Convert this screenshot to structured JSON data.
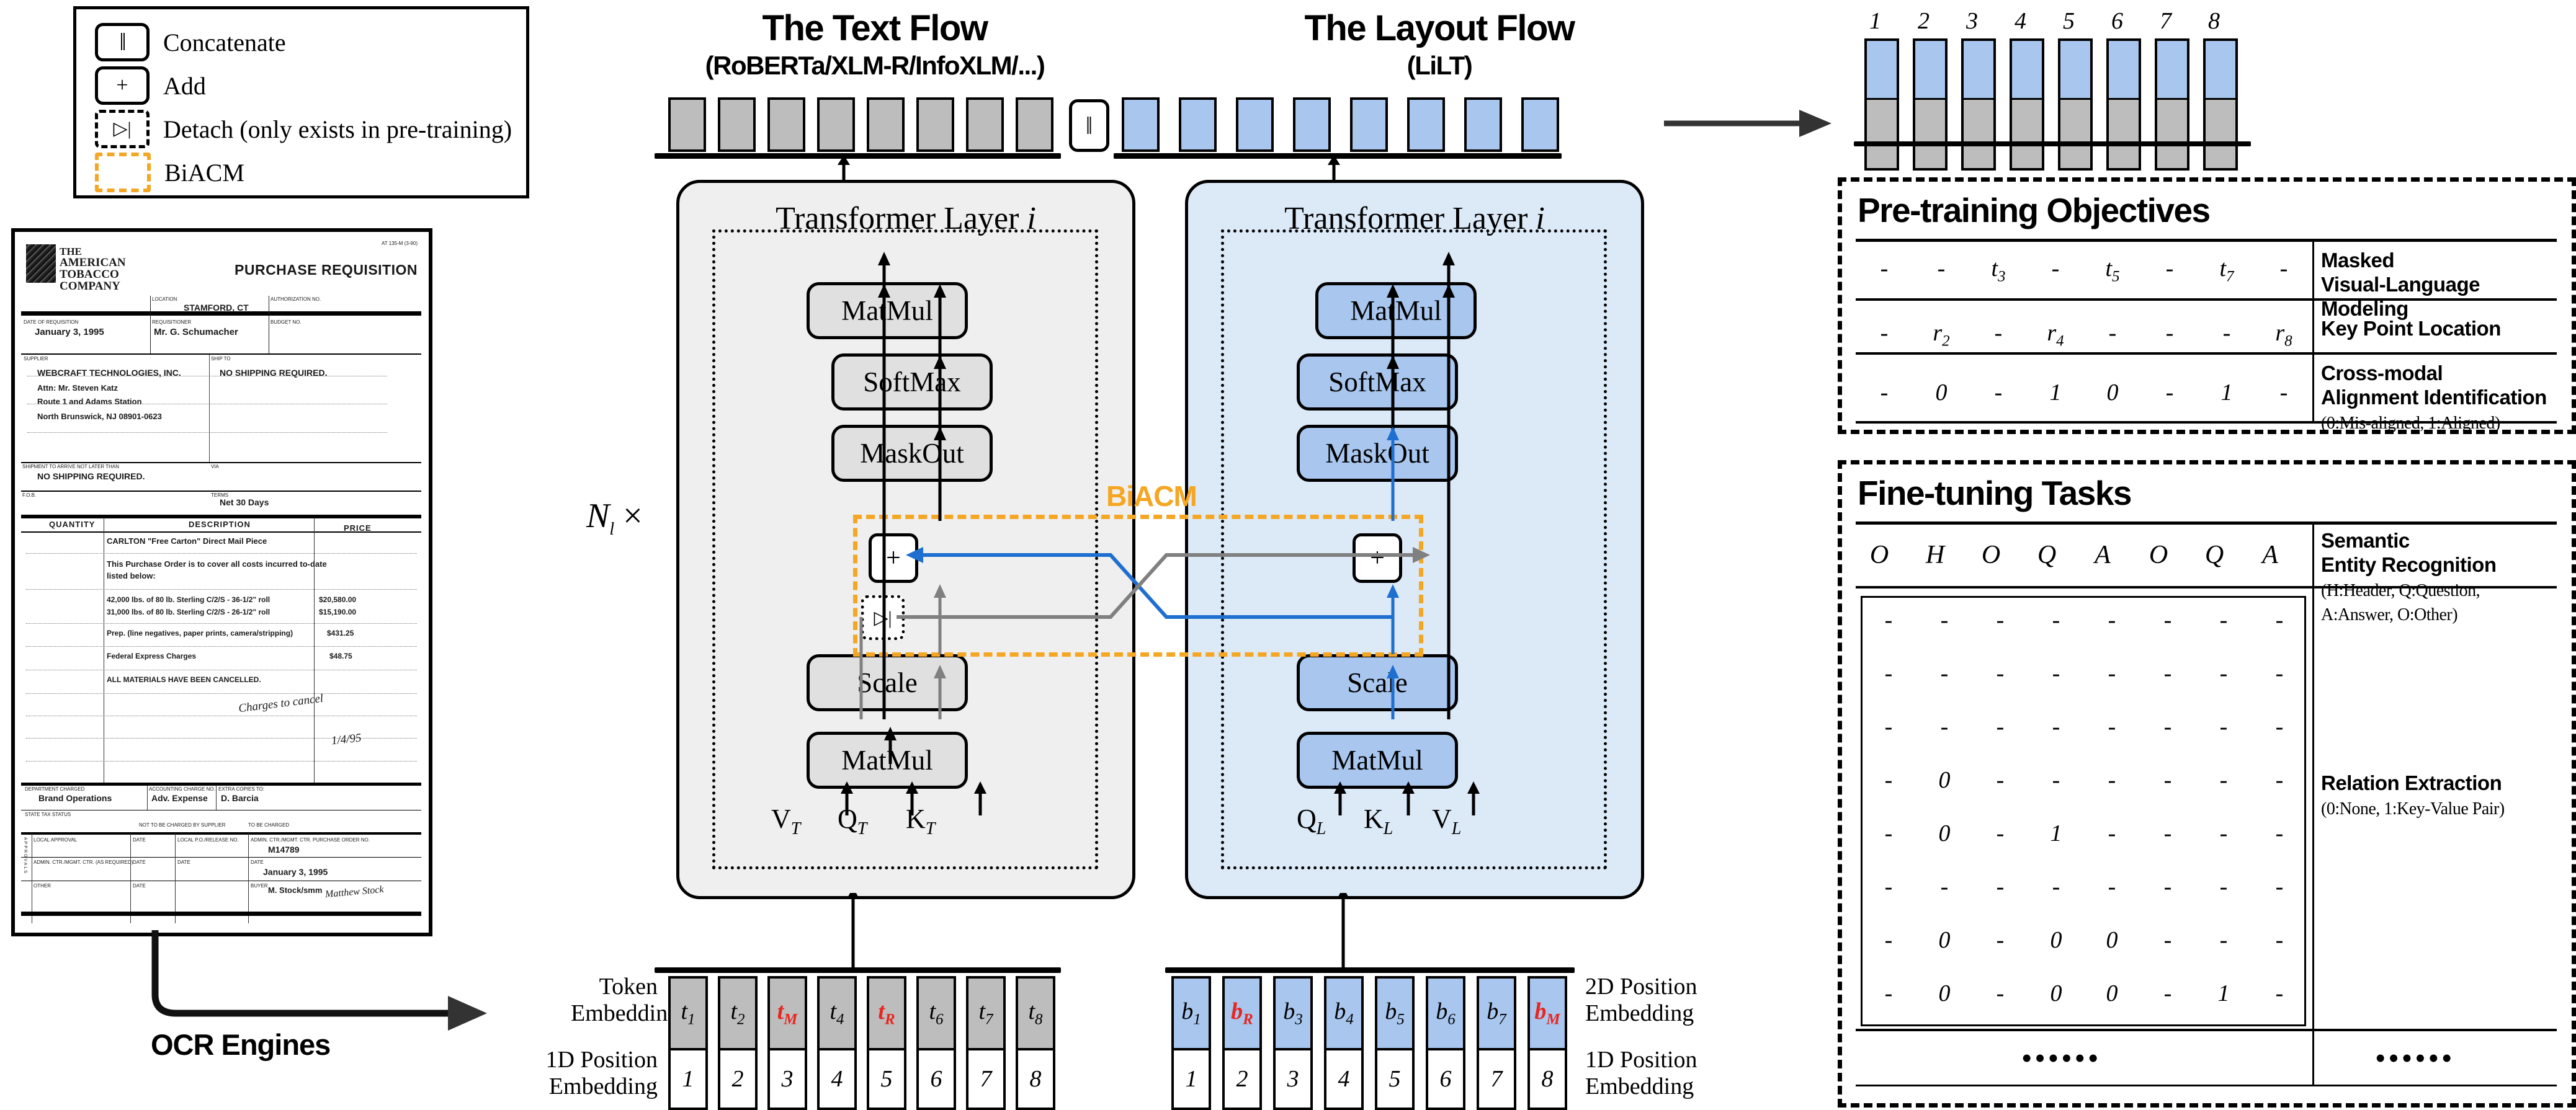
{
  "legend": {
    "items": [
      {
        "glyph": "‖",
        "label": "Concatenate",
        "style": "solid"
      },
      {
        "glyph": "+",
        "label": "Add",
        "style": "solid"
      },
      {
        "glyph": "▷|",
        "label": "Detach (only exists in pre-training)",
        "style": "dashed"
      },
      {
        "glyph": "",
        "label": "BiACM",
        "style": "orange"
      }
    ]
  },
  "document": {
    "form_code": "AT 135-M (3-90)",
    "company": [
      "THE",
      "AMERICAN",
      "TOBACCO",
      "COMPANY"
    ],
    "title": "PURCHASE REQUISITION",
    "fields": [
      {
        "key": "LOCATION",
        "value": "STAMFORD, CT"
      },
      {
        "key": "AUTHORIZATION NO.",
        "value": ""
      },
      {
        "key": "DATE OF REQUISITION",
        "value": "January 3, 1995"
      },
      {
        "key": "REQUISITIONER",
        "value": "Mr. G. Schumacher"
      },
      {
        "key": "BUDGET NO.",
        "value": ""
      },
      {
        "key": "SUPPLIER",
        "value": ""
      },
      {
        "key": "SHIP TO",
        "value": "NO SHIPPING REQUIRED."
      },
      {
        "key": "SHIPMENT TO ARRIVE NOT LATER THAN",
        "value": "NO SHIPPING REQUIRED."
      },
      {
        "key": "VIA",
        "value": ""
      },
      {
        "key": "F.O.B.",
        "value": ""
      },
      {
        "key": "TERMS",
        "value": "Net 30 Days"
      }
    ],
    "supplier_lines": [
      "WEBCRAFT TECHNOLOGIES, INC.",
      "Attn: Mr. Steven Katz",
      "Route 1 and Adams Station",
      "North Brunswick, NJ 08901-0623"
    ],
    "table_headers": [
      "QUANTITY",
      "DESCRIPTION",
      "PRICE"
    ],
    "table_rows": [
      {
        "desc": "CARLTON \"Free Carton\" Direct Mail Piece",
        "price": ""
      },
      {
        "desc": "This Purchase Order is to cover all costs incurred to-date",
        "price": ""
      },
      {
        "desc": "listed below:",
        "price": ""
      },
      {
        "desc": "42,000 lbs. of 80 lb. Sterling C/2/S - 36-1/2\" roll",
        "price": "$20,580.00"
      },
      {
        "desc": "31,000 lbs. of 80 lb. Sterling C/2/S - 26-1/2\" roll",
        "price": "$15,190.00"
      },
      {
        "desc": "Prep. (line negatives, paper prints, camera/stripping)",
        "price": "$431.25"
      },
      {
        "desc": "Federal Express Charges",
        "price": "$48.75"
      },
      {
        "desc": "ALL MATERIALS HAVE BEEN CANCELLED.",
        "price": ""
      }
    ],
    "handwriting": "Charges to cancel",
    "handwriting_date": "1/4/95",
    "footer": [
      {
        "key": "DEPARTMENT CHARGED",
        "value": "Brand Operations"
      },
      {
        "key": "ACCOUNTING CHARGE NO.",
        "value": "Adv. Expense"
      },
      {
        "key": "EXTRA COPIES TO:",
        "value": "D. Barcia"
      },
      {
        "key": "STATE TAX STATUS",
        "value": ""
      }
    ],
    "tax_options": [
      "NOT TO BE CHARGED BY SUPPLIER",
      "TO BE CHARGED"
    ],
    "approvals_label": "APPROVALS",
    "approval_rows": [
      {
        "key": "LOCAL APPROVAL",
        "date": "DATE"
      },
      {
        "key": "ADMIN. CTR./MGMT. CTR. (AS REQUIRED)",
        "date": "DATE"
      },
      {
        "key": "OTHER",
        "date": "DATE"
      }
    ],
    "po_label": "ADMIN. CTR./MGMT. CTR. PURCHASE ORDER NO.",
    "po_number": "M14789",
    "po_date_label": "DATE",
    "po_date": "January 3, 1995",
    "buyer_label": "BUYER",
    "buyer": "M. Stock/smm",
    "local_po_label": "LOCAL P.O./RELEASE NO."
  },
  "ocr": {
    "label": "OCR Engines"
  },
  "flows": {
    "text": {
      "title": "The Text Flow",
      "subtitle": "(RoBERTa/XLM-R/InfoXLM/...)"
    },
    "layout": {
      "title": "The Layout Flow",
      "subtitle": "(LiLT)"
    },
    "concat_glyph": "‖",
    "repeat_label": "N",
    "repeat_sub": "l",
    "repeat_times": "×",
    "transformer_title": "Transformer Layer",
    "transformer_index": "i",
    "biacm_label": "BiACM",
    "ops": [
      "MatMul",
      "SoftMax",
      "MaskOut",
      "Scale",
      "MatMul"
    ],
    "plus_glyph": "+",
    "detach_glyph": "▷|",
    "text_inputs": [
      "V",
      "Q",
      "K"
    ],
    "text_input_subs": [
      "T",
      "T",
      "T"
    ],
    "layout_inputs": [
      "Q",
      "K",
      "V"
    ],
    "layout_input_subs": [
      "L",
      "L",
      "L"
    ]
  },
  "embeddings": {
    "token_label_line1": "Token",
    "token_label_line2": "Embedding",
    "pos1d_label_line1": "1D Position",
    "pos1d_label_line2": "Embedding",
    "pos2d_label_line1": "2D Position",
    "pos2d_label_line2": "Embedding",
    "plus_glyph": "+",
    "text_tokens": [
      {
        "base": "t",
        "sub": "1",
        "red": false
      },
      {
        "base": "t",
        "sub": "2",
        "red": false
      },
      {
        "base": "t",
        "sub": "M",
        "red": true
      },
      {
        "base": "t",
        "sub": "4",
        "red": false
      },
      {
        "base": "t",
        "sub": "R",
        "red": true
      },
      {
        "base": "t",
        "sub": "6",
        "red": false
      },
      {
        "base": "t",
        "sub": "7",
        "red": false
      },
      {
        "base": "t",
        "sub": "8",
        "red": false
      }
    ],
    "layout_tokens": [
      {
        "base": "b",
        "sub": "1",
        "red": false
      },
      {
        "base": "b",
        "sub": "R",
        "red": true
      },
      {
        "base": "b",
        "sub": "3",
        "red": false
      },
      {
        "base": "b",
        "sub": "4",
        "red": false
      },
      {
        "base": "b",
        "sub": "5",
        "red": false
      },
      {
        "base": "b",
        "sub": "6",
        "red": false
      },
      {
        "base": "b",
        "sub": "7",
        "red": false
      },
      {
        "base": "b",
        "sub": "M",
        "red": true
      }
    ],
    "positions": [
      "1",
      "2",
      "3",
      "4",
      "5",
      "6",
      "7",
      "8"
    ]
  },
  "output_stack": {
    "indices": [
      "1",
      "2",
      "3",
      "4",
      "5",
      "6",
      "7",
      "8"
    ]
  },
  "pretraining": {
    "title": "Pre-training Objectives",
    "rows": [
      {
        "values": [
          "-",
          "-",
          "t₃",
          "-",
          "t₅",
          "-",
          "t₇",
          "-"
        ],
        "cells": [
          {
            "base": "-",
            "sub": ""
          },
          {
            "base": "-",
            "sub": ""
          },
          {
            "base": "t",
            "sub": "3"
          },
          {
            "base": "-",
            "sub": ""
          },
          {
            "base": "t",
            "sub": "5"
          },
          {
            "base": "-",
            "sub": ""
          },
          {
            "base": "t",
            "sub": "7"
          },
          {
            "base": "-",
            "sub": ""
          }
        ],
        "name_line1": "Masked",
        "name_line2": "Visual-Language Modeling",
        "note": ""
      },
      {
        "cells": [
          {
            "base": "-",
            "sub": ""
          },
          {
            "base": "r",
            "sub": "2"
          },
          {
            "base": "-",
            "sub": ""
          },
          {
            "base": "r",
            "sub": "4"
          },
          {
            "base": "-",
            "sub": ""
          },
          {
            "base": "-",
            "sub": ""
          },
          {
            "base": "-",
            "sub": ""
          },
          {
            "base": "r",
            "sub": "8"
          }
        ],
        "name_line1": "Key Point Location",
        "name_line2": "",
        "note": ""
      },
      {
        "cells": [
          {
            "base": "-",
            "sub": ""
          },
          {
            "base": "0",
            "sub": ""
          },
          {
            "base": "-",
            "sub": ""
          },
          {
            "base": "1",
            "sub": ""
          },
          {
            "base": "0",
            "sub": ""
          },
          {
            "base": "-",
            "sub": ""
          },
          {
            "base": "1",
            "sub": ""
          },
          {
            "base": "-",
            "sub": ""
          }
        ],
        "name_line1": "Cross-modal",
        "name_line2": "Alignment Identification",
        "note": "(0:Mis-aligned, 1:Aligned)"
      }
    ]
  },
  "finetuning": {
    "title": "Fine-tuning Tasks",
    "ser": {
      "labels": [
        "O",
        "H",
        "O",
        "Q",
        "A",
        "O",
        "Q",
        "A"
      ],
      "name_line1": "Semantic",
      "name_line2": "Entity Recognition",
      "note_line1": "(H:Header, Q:Question,",
      "note_line2": " A:Answer, O:Other)"
    },
    "re": {
      "matrix": [
        [
          "-",
          "-",
          "-",
          "-",
          "-",
          "-",
          "-",
          "-"
        ],
        [
          "-",
          "-",
          "-",
          "-",
          "-",
          "-",
          "-",
          "-"
        ],
        [
          "-",
          "-",
          "-",
          "-",
          "-",
          "-",
          "-",
          "-"
        ],
        [
          "-",
          "0",
          "-",
          "-",
          "-",
          "-",
          "-",
          "-"
        ],
        [
          "-",
          "0",
          "-",
          "1",
          "-",
          "-",
          "-",
          "-"
        ],
        [
          "-",
          "-",
          "-",
          "-",
          "-",
          "-",
          "-",
          "-"
        ],
        [
          "-",
          "0",
          "-",
          "0",
          "0",
          "-",
          "-",
          "-"
        ],
        [
          "-",
          "0",
          "-",
          "0",
          "0",
          "-",
          "1",
          "-"
        ]
      ],
      "name_line1": "Relation Extraction",
      "note": "(0:None, 1:Key-Value Pair)"
    },
    "dots": "••••••"
  },
  "colors": {
    "text_flow": "#bdbdbd",
    "layout_flow": "#a8c6ee",
    "biacm": "#F5A623",
    "highlight_token": "#e8251f",
    "blue_arrow": "#1f6fd0",
    "grey_arrow": "#808080"
  }
}
